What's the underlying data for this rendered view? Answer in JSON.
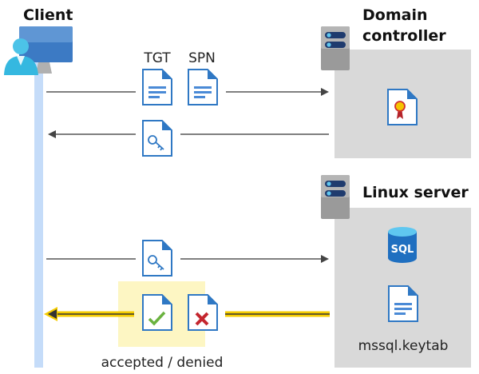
{
  "client": {
    "title": "Client",
    "icon": "user-computer-icon"
  },
  "domain_controller": {
    "title_line1": "Domain",
    "title_line2": "controller",
    "icon": "server-icon",
    "content_icon": "certificate-document-icon"
  },
  "linux_server": {
    "title": "Linux server",
    "icon": "server-icon",
    "database_label": "SQL",
    "keytab_label": "mssql.keytab"
  },
  "messages": {
    "request": {
      "labels": [
        "TGT",
        "SPN"
      ],
      "direction": "client-to-domain-controller"
    },
    "ticket_reply": {
      "icon": "key-document-icon",
      "direction": "domain-controller-to-client"
    },
    "ticket_to_server": {
      "icon": "key-document-icon",
      "direction": "client-to-linux-server"
    },
    "result": {
      "label": "accepted / denied",
      "icons": [
        "check-document-icon",
        "cross-document-icon"
      ],
      "direction": "linux-server-to-client"
    }
  },
  "colors": {
    "lifeline": "#c5dcf9",
    "server_box": "#d9d9d9",
    "highlight_box": "#fdf6c3",
    "highlight_arrow": "#f5cc00",
    "document_blue": "#2f78c4",
    "accept": "#6ab23f",
    "deny": "#c4262e"
  }
}
